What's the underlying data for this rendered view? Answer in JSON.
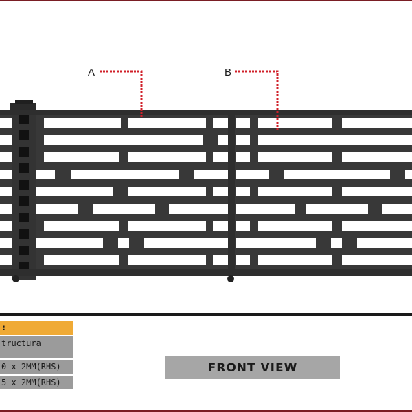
{
  "callouts": {
    "a_label": "A",
    "b_label": "B"
  },
  "specs": {
    "header": ":",
    "structure": "tructura",
    "rhs_1": "0 x 2MM(RHS)",
    "rhs_2": "5 x 2MM(RHS)"
  },
  "view": {
    "label": "FRONT VIEW"
  },
  "colors": {
    "frame": "#333333",
    "rail": "#2e2e2e",
    "gate_fill": "#383838",
    "callout_line": "#d0202a",
    "accent_rule": "#7a1e24",
    "header_orange": "#f0aa35",
    "spec_gray": "#9b9b9b",
    "view_gray": "#a6a6a6"
  }
}
